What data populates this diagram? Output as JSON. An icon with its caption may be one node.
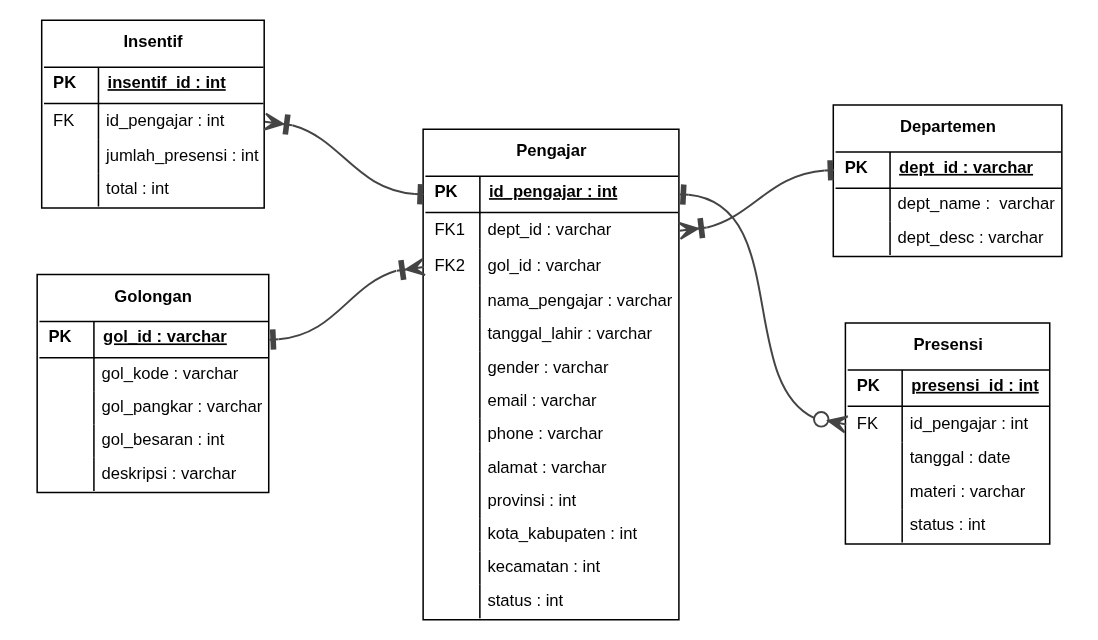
{
  "diagram": {
    "nodes": [
      {
        "text": [
          "Insentif",
          "PK",
          "insentif_id : int",
          "FK",
          "id_pengajar : int",
          "jumlah_presensi : int",
          "total : int"
        ]
      },
      {
        "text": [
          "Pengajar",
          "PK",
          "id_pengajar : int",
          "FK1",
          "dept_id : varchar",
          "FK2",
          "gol_id : varchar",
          "nama_pengajar : varchar",
          "tanggal_lahir : varchar",
          "gender : varchar",
          "email : varchar",
          "phone : varchar",
          "alamat : varchar",
          "provinsi : int",
          "kota_kabupaten : int",
          "kecamatan : int",
          "status : int"
        ]
      },
      {
        "text": [
          "Presensi",
          "PK",
          "presensi_id : int",
          "FK",
          "id_pengajar : int",
          "tanggal : date",
          "materi : varchar",
          "status : int"
        ]
      },
      {
        "text": [
          "Golongan",
          "PK",
          "gol_id : varchar",
          "gol_kode : varchar",
          "gol_pangkar : varchar",
          "gol_besaran : int",
          "deskripsi : varchar"
        ]
      },
      {
        "text": [
          "Departemen",
          "PK",
          "dept_id : varchar",
          "dept_name :  varchar",
          "dept_desc : varchar"
        ]
      }
    ],
    "edges": [
      {
        "from": 0,
        "to": 1,
        "arrow": "other"
      },
      {
        "from": 2,
        "to": 1,
        "arrow": "other"
      },
      {
        "from": 3,
        "to": 1,
        "arrow": "other"
      },
      {
        "from": 1,
        "to": 4,
        "arrow": "other"
      }
    ]
  }
}
